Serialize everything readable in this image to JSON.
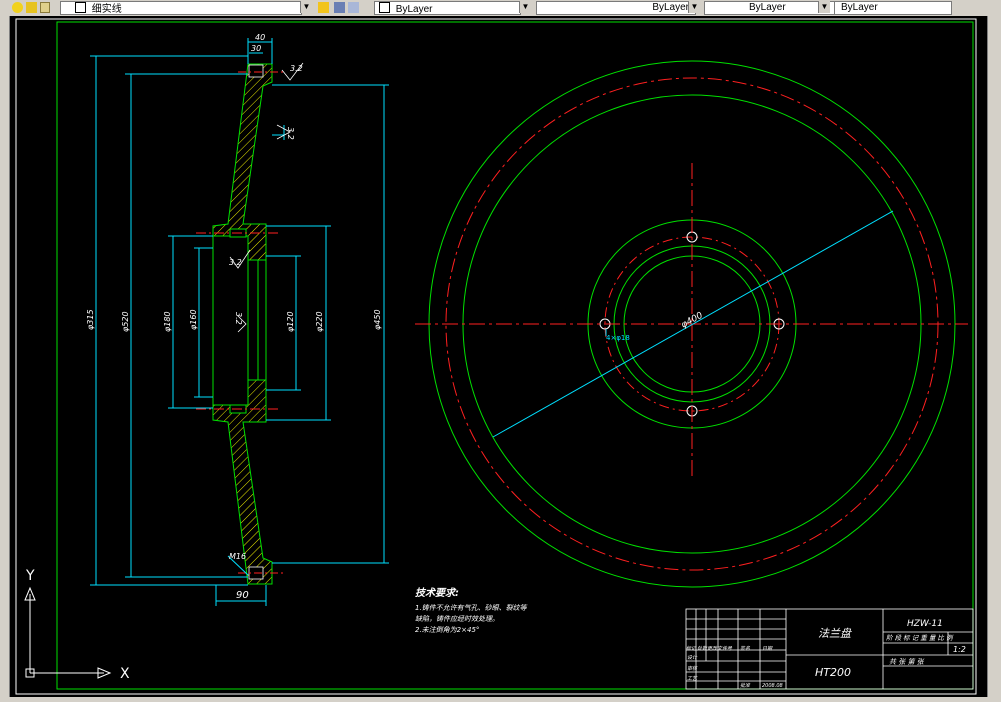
{
  "toolbar": {
    "layer_name": "细实线",
    "color_value": "ByLayer",
    "linetype_value": "ByLayer",
    "lineweight_value": "ByLayer",
    "plotstyle_value": "ByLayer"
  },
  "ucs": {
    "y_label": "Y",
    "x_label": "X"
  },
  "section_view": {
    "dim_top_width": "40",
    "dim_top_inner": "30",
    "dim_left_outer": "φ315",
    "dim_left_2": "φ520",
    "dim_left_3": "φ180",
    "dim_left_4": "φ160",
    "dim_right_1": "φ120",
    "dim_right_2": "φ220",
    "dim_right_outer": "φ450",
    "thread_label": "M16",
    "dim_bottom_width": "90",
    "roughness_1": "3.2",
    "roughness_2": "3.2",
    "roughness_3": "3.2",
    "roughness_4": "3.2"
  },
  "front_view": {
    "dim_diameter": "φ400",
    "hole_label": "4×φ18"
  },
  "tech_requirements": {
    "title": "技术要求:",
    "line1": "1.铸件不允许有气孔、砂眼、裂纹等",
    "line2": "缺陷，铸件应经时效处理。",
    "line3": "2.未注倒角为2×45°"
  },
  "title_block": {
    "part_name": "法兰盘",
    "material": "HT200",
    "drawing_no": "HZW-11",
    "scale": "1:2",
    "col_labels": "阶 段 标 记   重 量   比 例",
    "sheet_label": "共   张   第   张",
    "small_1": "标记",
    "small_2": "处数",
    "small_3": "更改文件号",
    "small_4": "签名",
    "small_5": "日期",
    "small_6": "设计",
    "small_7": "审核",
    "small_8": "工艺",
    "small_9": "2008.08",
    "small_10": "批准"
  }
}
